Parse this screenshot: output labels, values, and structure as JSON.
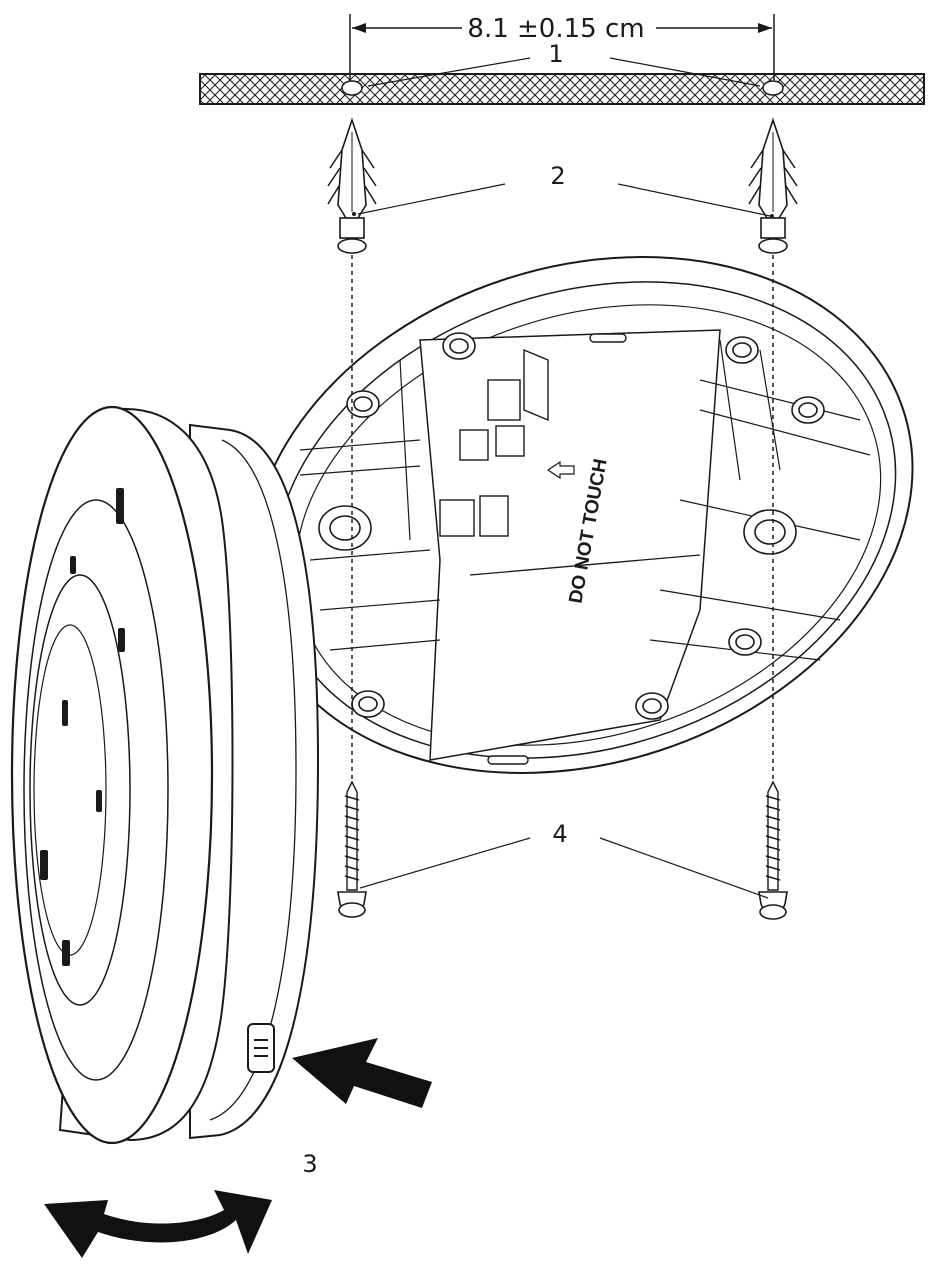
{
  "dimension": {
    "text": "8.1 ±0.15 cm"
  },
  "warning": {
    "text": "DO NOT TOUCH"
  },
  "callouts": [
    {
      "id": "1",
      "label": "1"
    },
    {
      "id": "2",
      "label": "2"
    },
    {
      "id": "3",
      "label": "3"
    },
    {
      "id": "4",
      "label": "4"
    }
  ]
}
